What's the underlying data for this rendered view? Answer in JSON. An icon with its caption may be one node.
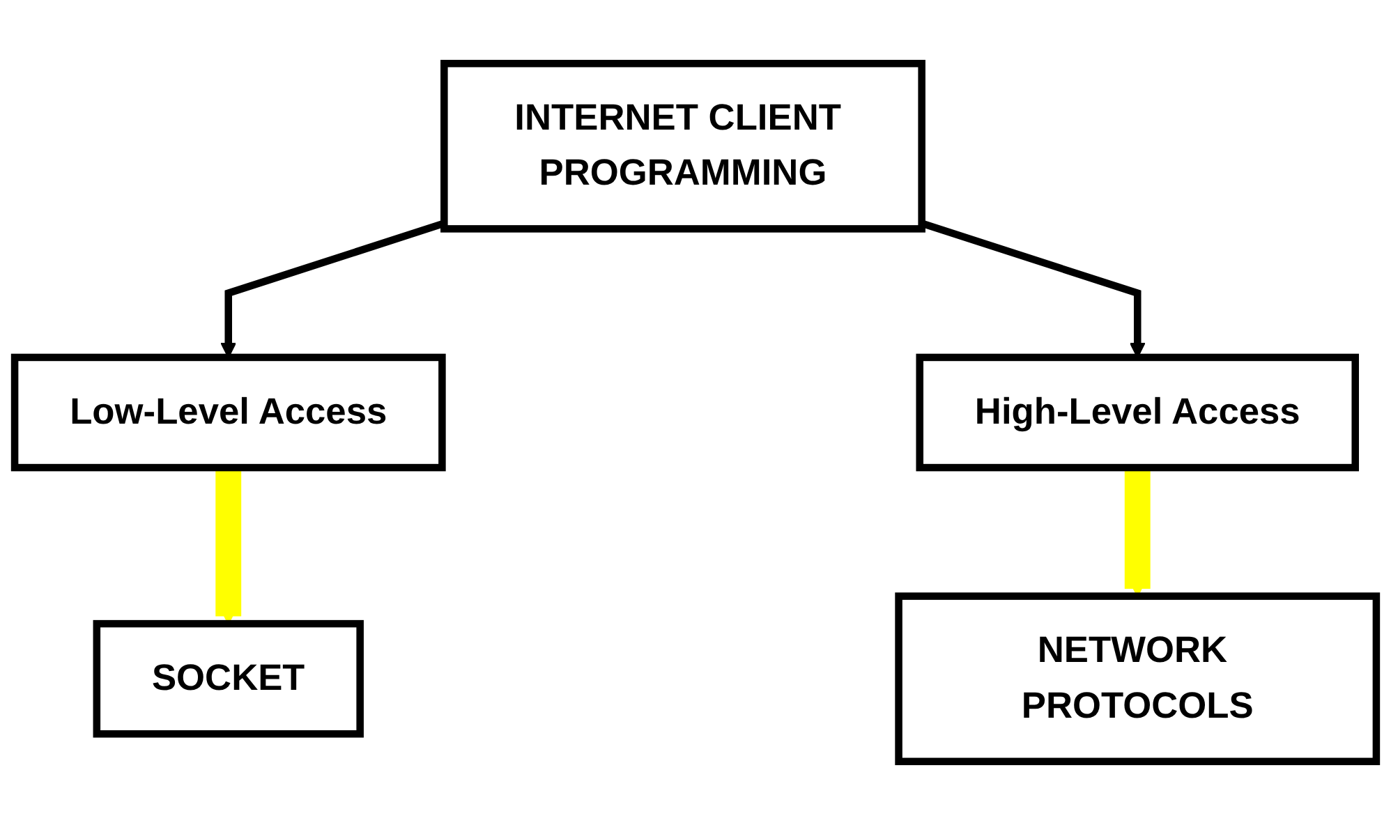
{
  "diagram": {
    "nodes": [
      {
        "text": [
          "INTERNET CLIENT PROGRAMMING"
        ]
      },
      {
        "text": [
          "Low-Level Access"
        ]
      },
      {
        "text": [
          "High-Level Access"
        ]
      },
      {
        "text": [
          "SOCKET"
        ]
      },
      {
        "text": [
          "NETWORK PROTOCOLS"
        ]
      }
    ],
    "edges": [
      {
        "from": 0,
        "to": 1,
        "arrow": "to"
      },
      {
        "from": 0,
        "to": 2,
        "arrow": "to"
      },
      {
        "from": 1,
        "to": 3,
        "arrow": "to",
        "style": "thick",
        "color": "#ffff00"
      },
      {
        "from": 2,
        "to": 4,
        "arrow": "to",
        "style": "thick",
        "color": "#ffff00"
      }
    ]
  }
}
